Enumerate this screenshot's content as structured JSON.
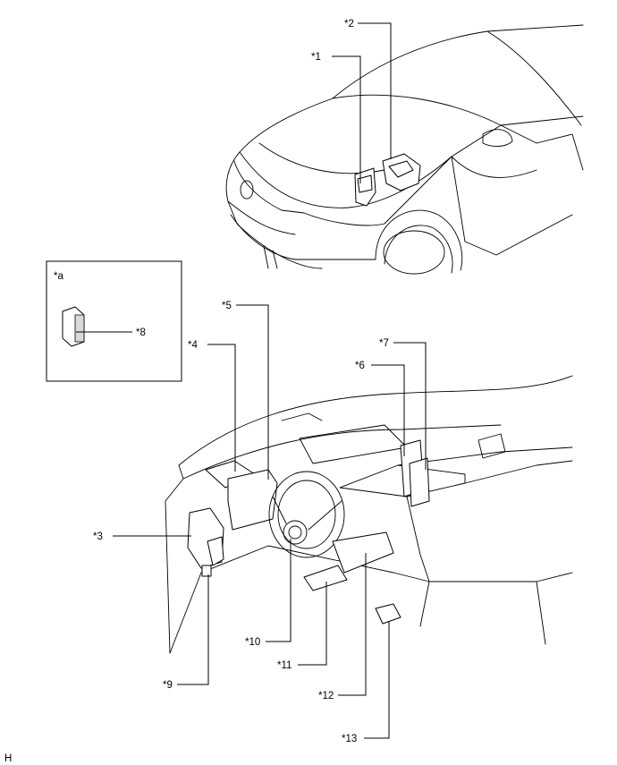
{
  "figure_code": "H",
  "inset_label": "*a",
  "callouts": {
    "c1": "*1",
    "c2": "*2",
    "c3": "*3",
    "c4": "*4",
    "c5": "*5",
    "c6": "*6",
    "c7": "*7",
    "c8": "*8",
    "c9": "*9",
    "c10": "*10",
    "c11": "*11",
    "c12": "*12",
    "c13": "*13"
  }
}
